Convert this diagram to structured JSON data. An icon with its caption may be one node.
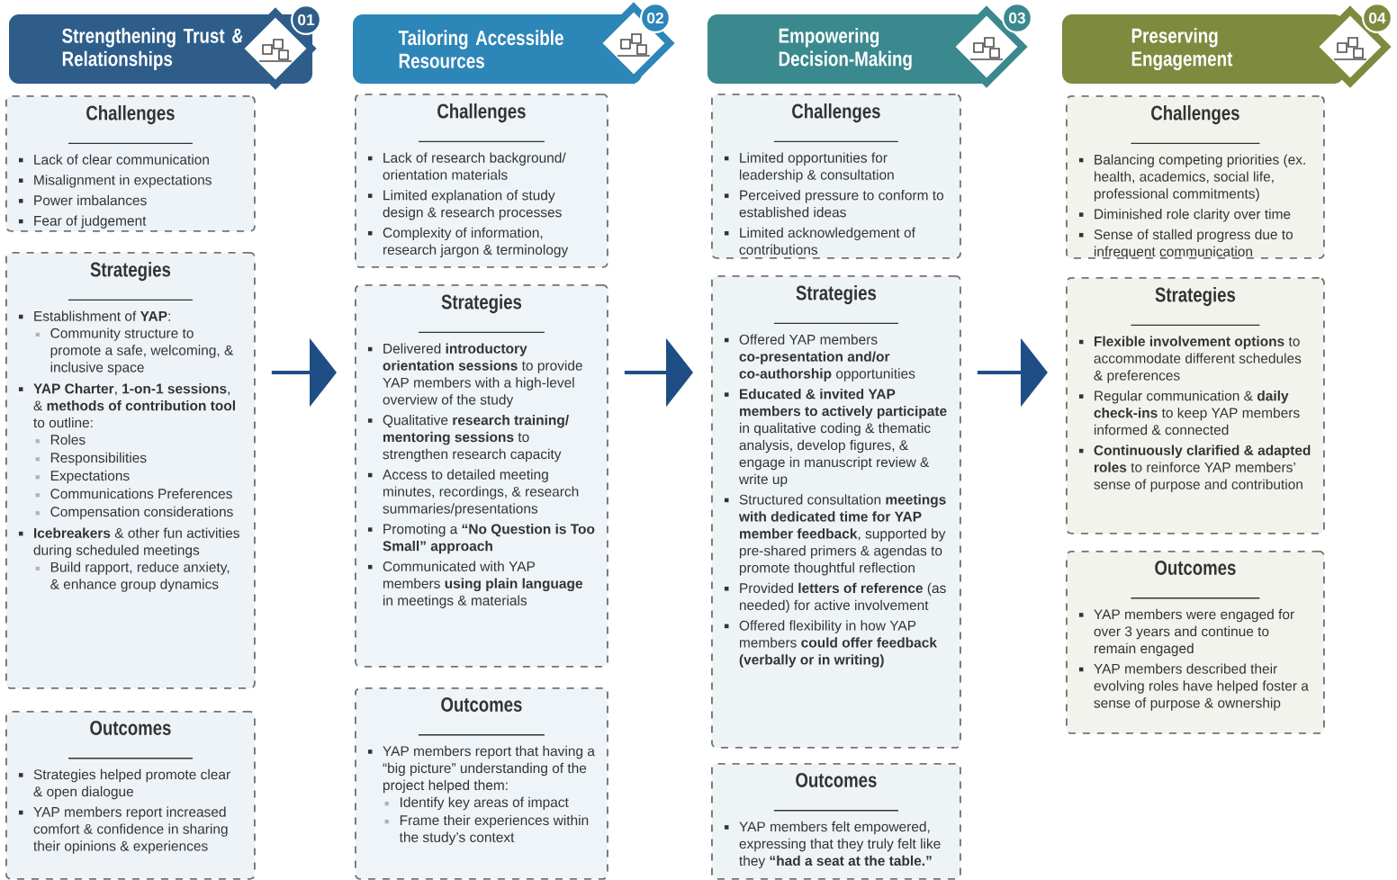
{
  "diagram": {
    "nodes": [
      {
        "text": [
          "Strengthening Trust & Relationships",
          "01"
        ]
      },
      {
        "text": [
          "Challenges",
          "Lack of clear communication",
          "Misalignment in expectations",
          "Power imbalances",
          "Fear of judgement"
        ]
      },
      {
        "text": [
          "Strategies",
          "Establishment of **YAP**:",
          "Community structure to promote a safe, welcoming, & inclusive space",
          "**YAP Charter**, **1-on-1 sessions**, & **methods of contribution tool** to outline:",
          "Roles",
          "Responsibilities",
          "Expectations",
          "Communications Preferences",
          "Compensation considerations",
          "**Icebreakers** & other fun activities during scheduled meetings",
          "Build rapport, reduce anxiety, & enhance group dynamics"
        ]
      },
      {
        "text": [
          "Outcomes",
          "Strategies helped promote clear & open dialogue",
          "YAP members report increased comfort & confidence in sharing their opinions & experiences"
        ]
      },
      {
        "text": [
          "Tailoring Accessible Resources",
          "02"
        ]
      },
      {
        "text": [
          "Challenges",
          "Lack of research background/ orientation materials",
          "Limited explanation of study design & research processes",
          "Complexity of information, research jargon & terminology"
        ]
      },
      {
        "text": [
          "Strategies",
          "Delivered **introductory orientation sessions** to provide YAP members with a high-level overview of the study",
          "Qualitative **research training/ mentoring sessions** to strengthen research capacity",
          "Access to detailed meeting minutes, recordings, & research summaries/presentations",
          "Promoting a **“No Question is Too Small” approach**",
          "Communicated with YAP members **using plain language** in meetings & materials"
        ]
      },
      {
        "text": [
          "Outcomes",
          "YAP members report that having a “big picture” understanding of the project helped them:",
          "Identify key areas of impact",
          "Frame their experiences within the study’s context"
        ]
      },
      {
        "text": [
          "Empowering Decision-Making",
          "03"
        ]
      },
      {
        "text": [
          "Challenges",
          "Limited opportunities for leadership & consultation",
          "Perceived pressure to conform to established ideas",
          "Limited acknowledgement of contributions"
        ]
      },
      {
        "text": [
          "Strategies",
          "Offered YAP members **co-presentation and/or co-authorship** opportunities",
          "**Educated & invited YAP members to actively participate** in qualitative coding & thematic analysis, develop figures, & engage in manuscript review & write up",
          "Structured consultation **meetings with dedicated time for YAP member feedback**, supported by pre-shared primers & agendas to promote thoughtful reflection",
          "Provided **letters of reference** (as needed) for active involvement",
          "Offered flexibility in how YAP members **could offer feedback (verbally or in writing)**"
        ]
      },
      {
        "text": [
          "Outcomes",
          "YAP members felt empowered, expressing that they truly felt like they **“had a seat at the table.”**"
        ]
      },
      {
        "text": [
          "Preserving Engagement",
          "04"
        ]
      },
      {
        "text": [
          "Challenges",
          "Balancing competing priorities (ex. health, academics, social life, professional commitments)",
          "Diminished role clarity over time",
          "Sense of stalled progress due to infrequent communication"
        ]
      },
      {
        "text": [
          "Strategies",
          "**Flexible involvement options** to accommodate different schedules & preferences",
          "Regular communication & **daily check-ins** to keep YAP members informed & connected",
          "**Continuously clarified & adapted roles** to reinforce YAP members’ sense of purpose and contribution"
        ]
      },
      {
        "text": [
          "Outcomes",
          "YAP members were engaged for over 3 years and continue to remain engaged",
          "YAP members described their evolving roles have helped foster a sense of purpose & ownership"
        ]
      }
    ],
    "edges": [
      {
        "from": 2,
        "to": 6,
        "arrow": "to"
      },
      {
        "from": 6,
        "to": 10,
        "arrow": "to"
      },
      {
        "from": 10,
        "to": 14,
        "arrow": "to"
      }
    ]
  }
}
